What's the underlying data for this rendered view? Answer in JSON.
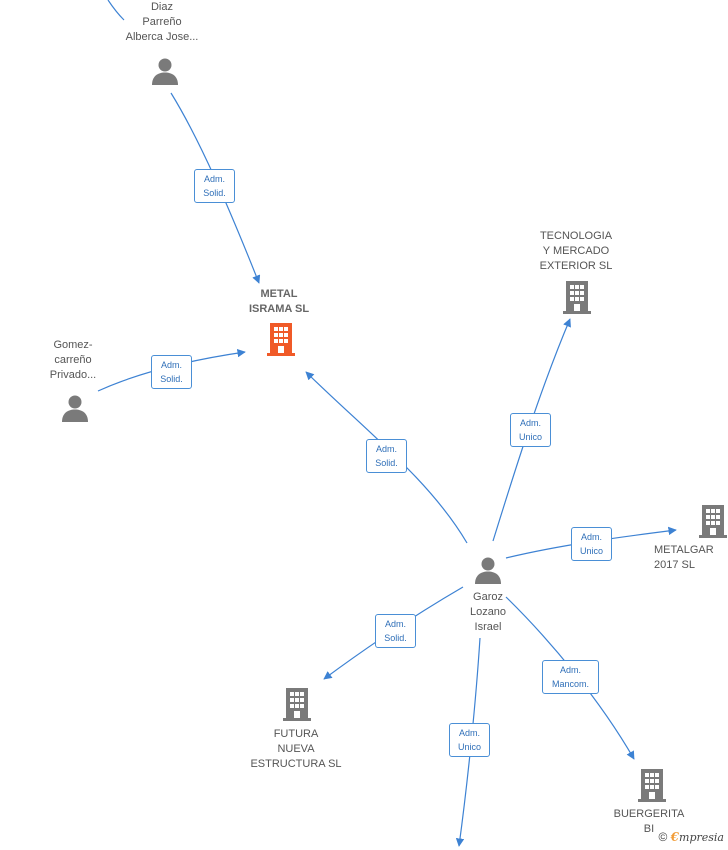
{
  "colors": {
    "edge": "#3d82d3",
    "person_icon": "#7a7a7a",
    "company_icon": "#7a7a7a",
    "focus_company_icon": "#f05a28",
    "label_border": "#4a8fd6"
  },
  "nodes": {
    "diaz": {
      "label": "Diaz\nParreño\nAlberca Jose...",
      "icon": "person-icon"
    },
    "metal": {
      "label": "METAL\nISRAMA  SL",
      "icon": "building-icon"
    },
    "gomez": {
      "label": "Gomez-\ncarreño\nPrivado...",
      "icon": "person-icon"
    },
    "tecnologia": {
      "label": "TECNOLOGIA\nY MERCADO\nEXTERIOR SL",
      "icon": "building-icon"
    },
    "metalgar": {
      "label": "METALGAR\n2017  SL",
      "icon": "building-icon"
    },
    "garoz": {
      "label": "Garoz\nLozano\nIsrael",
      "icon": "person-icon"
    },
    "futura": {
      "label": "FUTURA\nNUEVA\nESTRUCTURA SL",
      "icon": "building-icon"
    },
    "buergerita": {
      "label": "BUERGERITA\nBI",
      "icon": "building-icon"
    },
    "offscreen": {
      "label": "",
      "icon": ""
    }
  },
  "edges": [
    {
      "id": "diaz-metal",
      "label": "Adm.\nSolid."
    },
    {
      "id": "gomez-metal",
      "label": "Adm.\nSolid."
    },
    {
      "id": "garoz-metal",
      "label": "Adm.\nSolid."
    },
    {
      "id": "garoz-tecnologia",
      "label": "Adm.\nUnico"
    },
    {
      "id": "garoz-metalgar",
      "label": "Adm.\nUnico"
    },
    {
      "id": "garoz-futura",
      "label": "Adm.\nSolid."
    },
    {
      "id": "garoz-offscreen",
      "label": "Adm.\nUnico"
    },
    {
      "id": "garoz-buergerita",
      "label": "Adm.\nMancom."
    }
  ],
  "brand": {
    "copyright": "©",
    "e": "€",
    "word": "mpresia"
  }
}
